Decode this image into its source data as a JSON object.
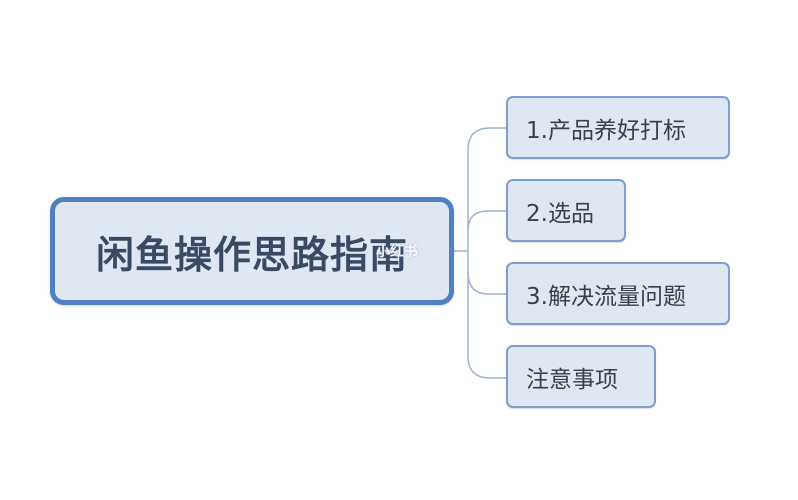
{
  "mindmap": {
    "root": {
      "label": "闲鱼操作思路指南"
    },
    "branches": [
      {
        "label": "1.产品养好打标"
      },
      {
        "label": "2.选品"
      },
      {
        "label": "3.解决流量问题"
      },
      {
        "label": "注意事项"
      }
    ],
    "watermark": "小红书"
  },
  "colors": {
    "node_fill": "#dfe7f3",
    "root_border": "#4f7fc0",
    "branch_border": "#7f9ecb",
    "connector": "#9fb4cf",
    "text": "#3a3f48"
  }
}
